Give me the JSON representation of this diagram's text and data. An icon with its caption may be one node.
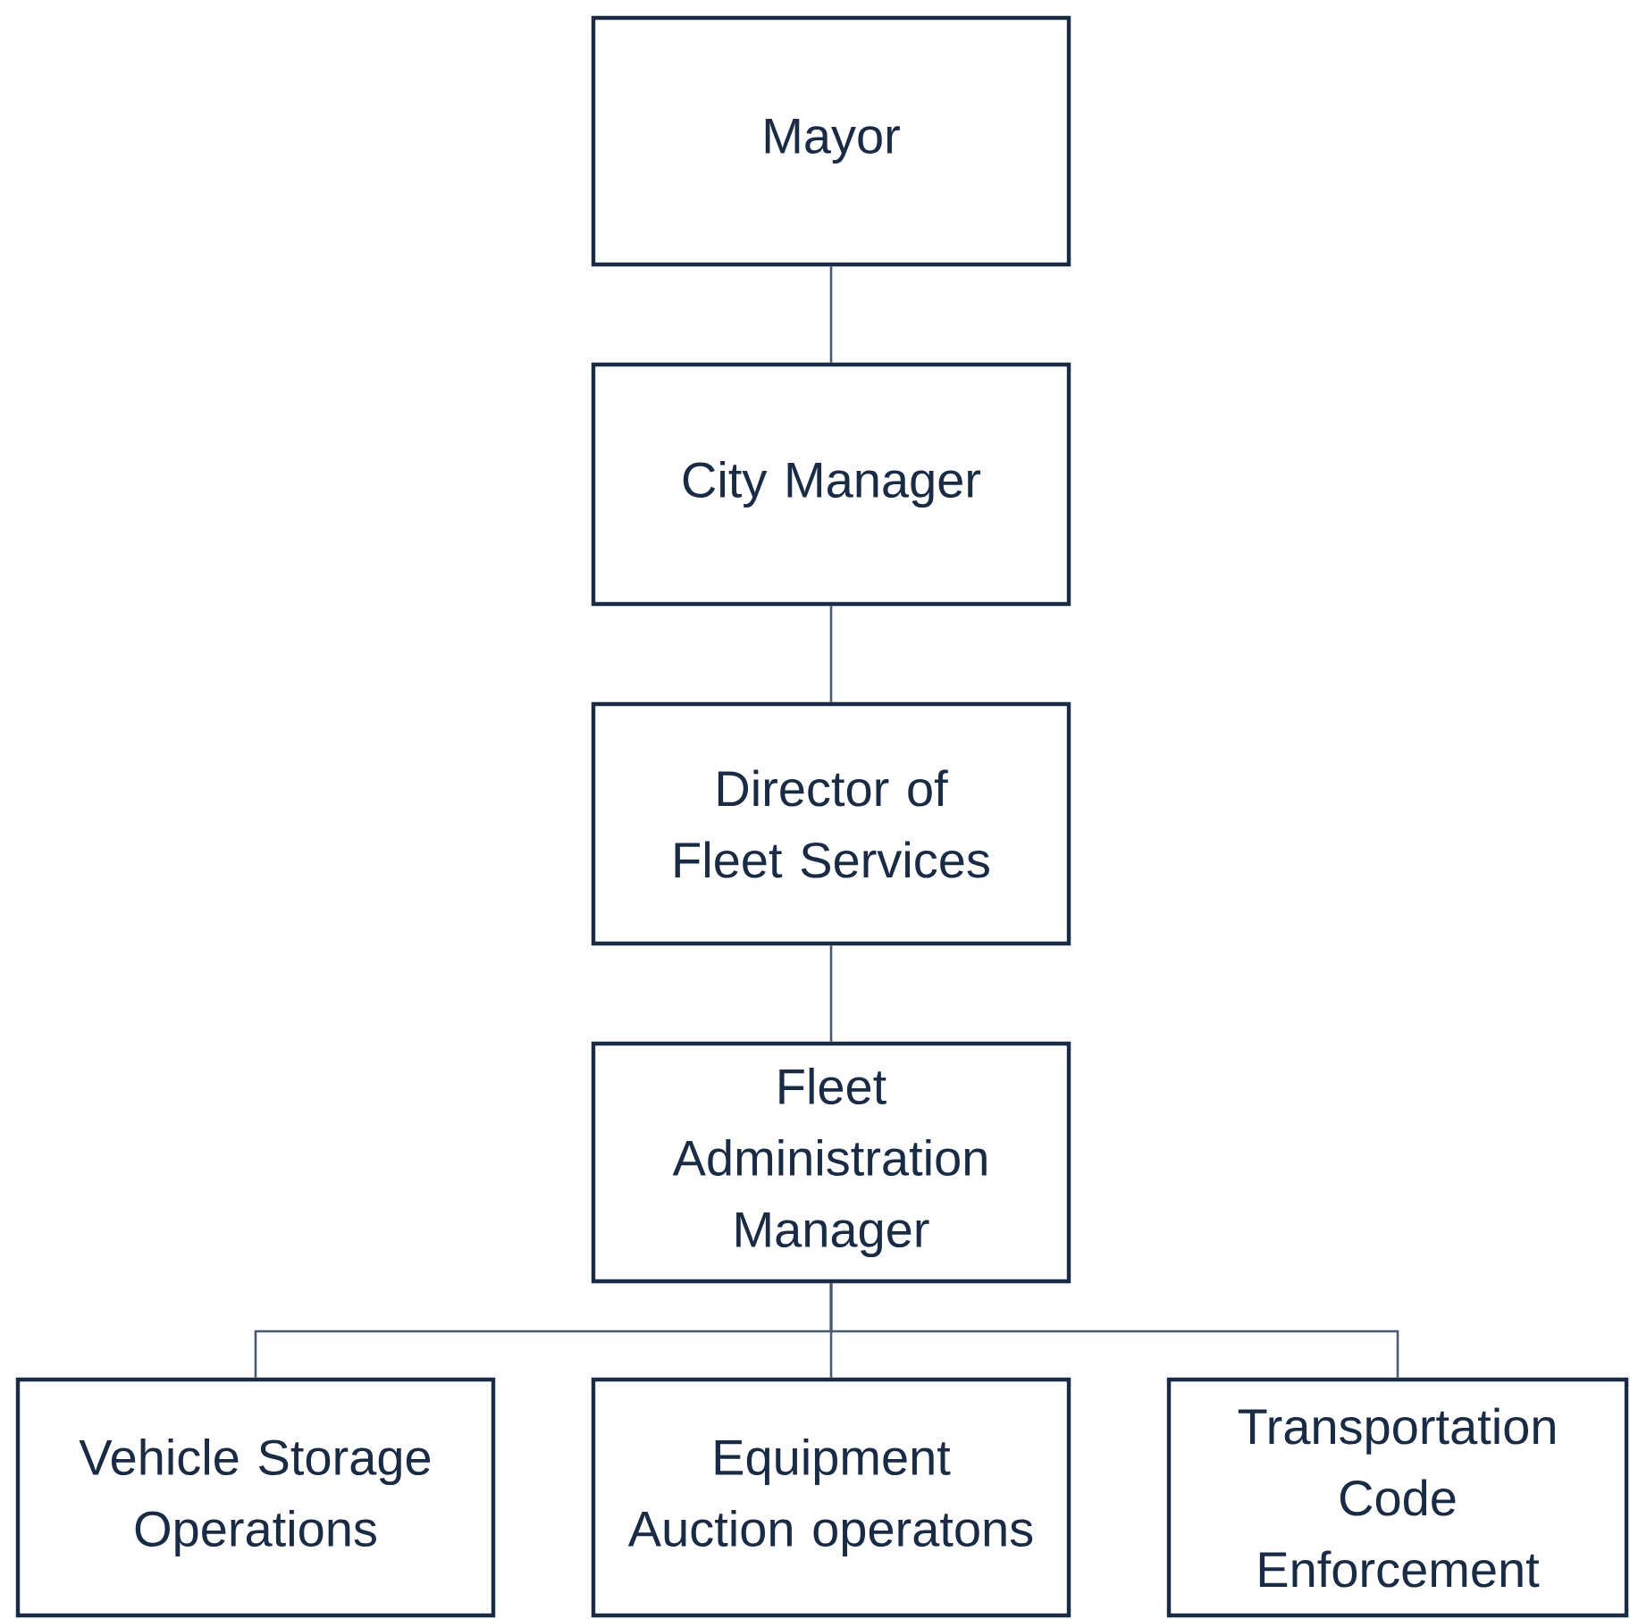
{
  "diagram": {
    "nodes": [
      {
        "text": [
          "Mayor"
        ]
      },
      {
        "text": [
          "City Manager"
        ]
      },
      {
        "text": [
          "Director of Fleet Services"
        ]
      },
      {
        "text": [
          "Fleet Administration Manager"
        ]
      },
      {
        "text": [
          "Vehicle Storage Operations"
        ]
      },
      {
        "text": [
          "Equipment Auction operatons"
        ]
      },
      {
        "text": [
          "Transportation Code Enforcement"
        ]
      }
    ],
    "edges": [
      {
        "from": 0,
        "to": 1,
        "arrow": "none"
      },
      {
        "from": 1,
        "to": 2,
        "arrow": "none"
      },
      {
        "from": 2,
        "to": 3,
        "arrow": "none"
      },
      {
        "from": 3,
        "to": 4,
        "arrow": "none"
      },
      {
        "from": 3,
        "to": 5,
        "arrow": "none"
      },
      {
        "from": 3,
        "to": 6,
        "arrow": "none"
      }
    ]
  }
}
